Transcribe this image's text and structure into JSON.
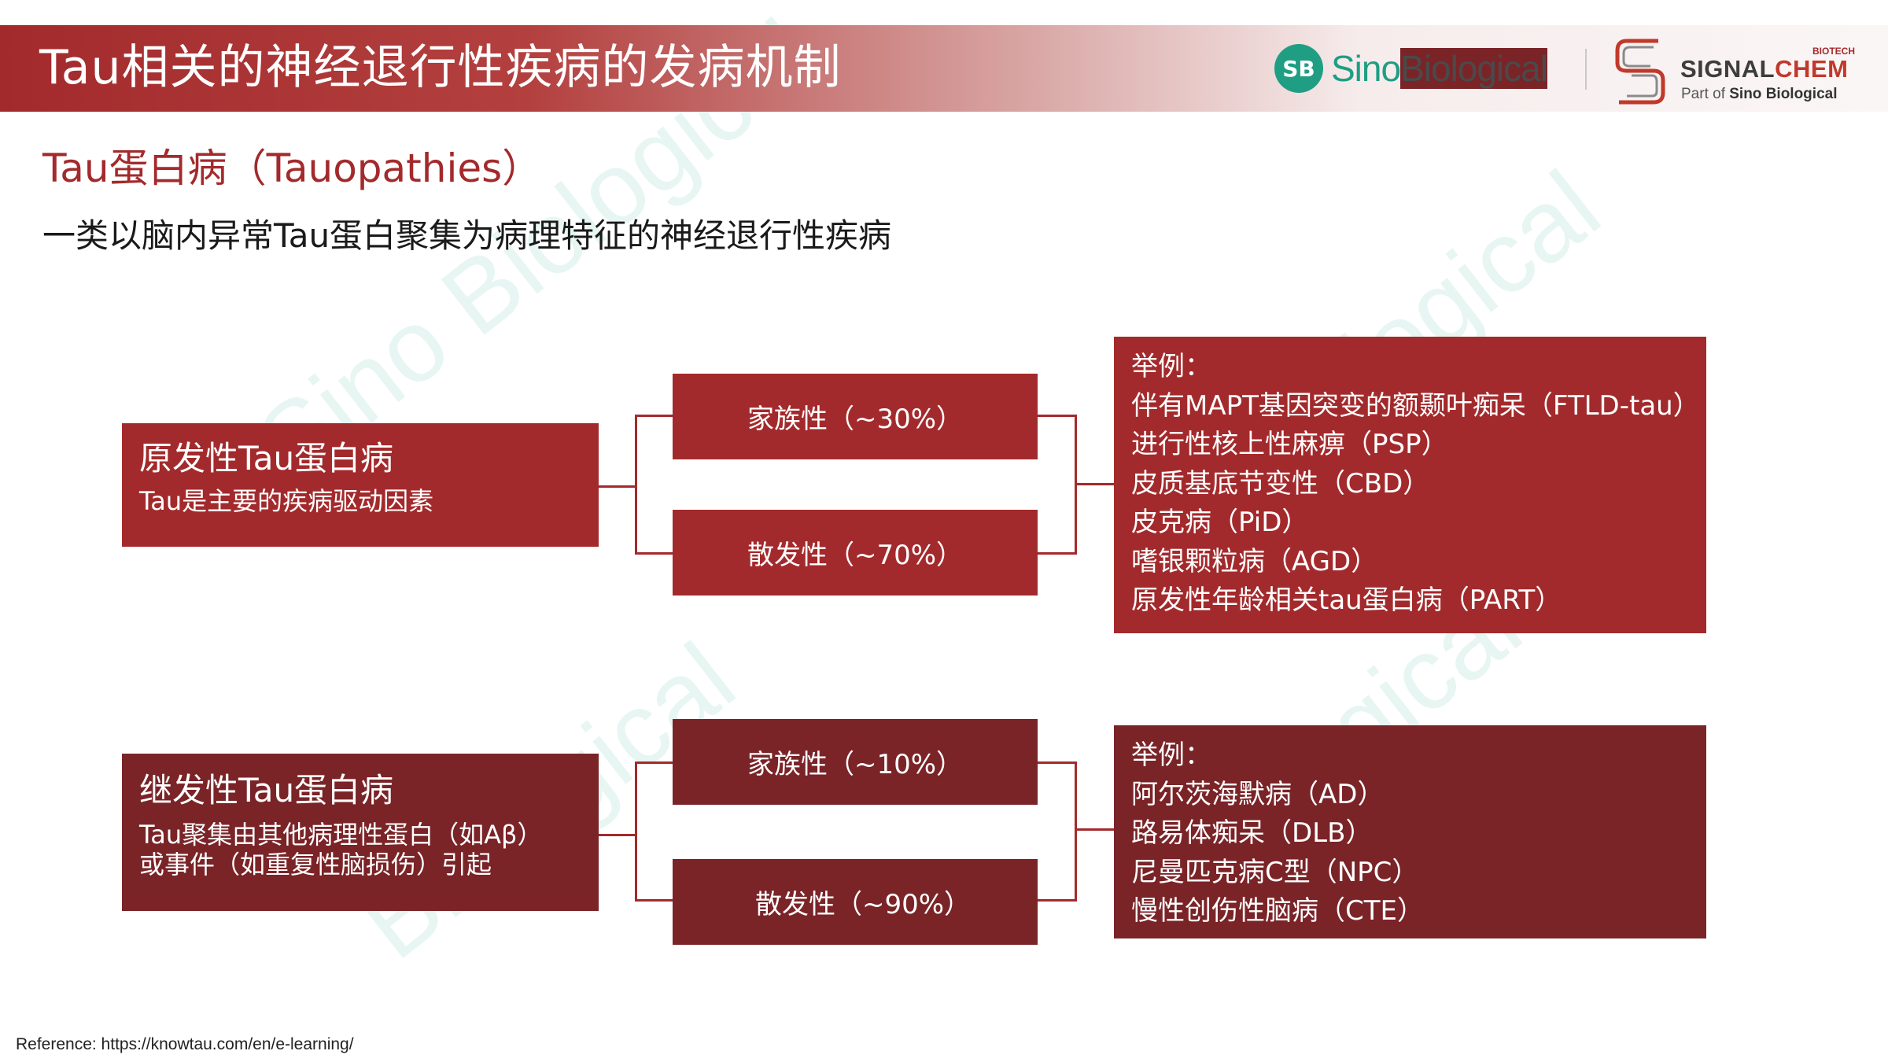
{
  "header": {
    "title": "Tau相关的神经退行性疾病的发病机制",
    "logo_sino_badge": "SB",
    "logo_sino_green": "Sino",
    "logo_sino_dark": "Biological",
    "logo_signal_biotech": "BIOTECH",
    "logo_signal_sig": "SIGNAL",
    "logo_signal_chem": "CHEM",
    "logo_signal_partof": "Part of ",
    "logo_signal_partof_bold": "Sino Biological"
  },
  "section": {
    "title": "Tau蛋白病（Tauopathies）",
    "subtitle": "一类以脑内异常Tau蛋白聚集为病理特征的神经退行性疾病"
  },
  "primary": {
    "title": "原发性Tau蛋白病",
    "desc": "Tau是主要的疾病驱动因素",
    "familial": "家族性（~30%）",
    "sporadic": "散发性（~70%）",
    "examples": [
      "举例：",
      "伴有MAPT基因突变的额颞叶痴呆（FTLD-tau）",
      "进行性核上性麻痹（PSP）",
      "皮质基底节变性（CBD）",
      "皮克病（PiD）",
      "嗜银颗粒病（AGD）",
      "原发性年龄相关tau蛋白病（PART）"
    ]
  },
  "secondary": {
    "title": "继发性Tau蛋白病",
    "desc_line1": "Tau聚集由其他病理性蛋白（如Aβ）",
    "desc_line2": "或事件（如重复性脑损伤）引起",
    "familial": "家族性（~10%）",
    "sporadic": "散发性（~90%）",
    "examples": [
      "举例：",
      "阿尔茨海默病（AD）",
      "路易体痴呆（DLB）",
      "尼曼匹克病C型（NPC）",
      "慢性创伤性脑病（CTE）"
    ]
  },
  "reference": "Reference: https://knowtau.com/en/e-learning/",
  "colors": {
    "red": "#a32a2c",
    "dark_red": "#7a2428",
    "teal": "#1f9e84"
  }
}
